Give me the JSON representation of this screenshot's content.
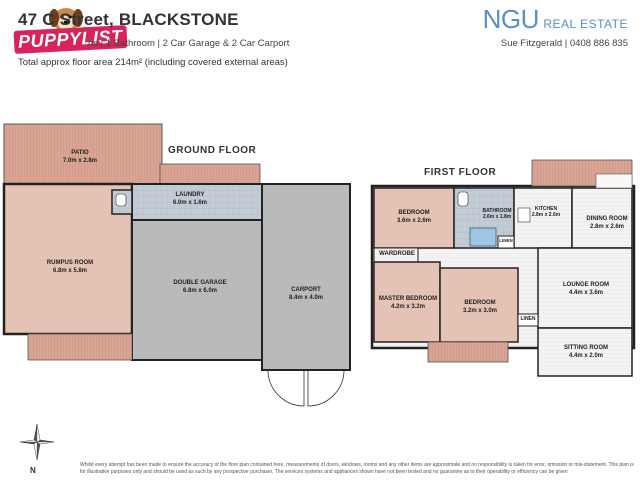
{
  "header": {
    "title": "47 C     Street, BLACKSTONE",
    "subtitle": "ns | 1 Bathroom | 2 Car Garage & 2 Car Carport",
    "area": "Total approx floor area 214m² (including covered external areas)",
    "logo_text": "PUPPYLIST",
    "brand_main": "NGU",
    "brand_sub": "REAL ESTATE",
    "agent": "Sue Fitzgerald | 0408 886 835"
  },
  "floors": {
    "ground_label": "GROUND FLOOR",
    "first_label": "FIRST FLOOR"
  },
  "rooms": {
    "patio": {
      "name": "PATIO",
      "size": "7.0m x 2.8m"
    },
    "laundry": {
      "name": "LAUNDRY",
      "size": "6.0m x 1.6m"
    },
    "rumpus": {
      "name": "RUMPUS ROOM",
      "size": "6.8m x 5.8m"
    },
    "garage": {
      "name": "DOUBLE GARAGE",
      "size": "6.8m x 6.0m"
    },
    "carport": {
      "name": "CARPORT",
      "size": "8.4m x 4.0m"
    },
    "bedroom1": {
      "name": "BEDROOM",
      "size": "3.6m x 2.6m"
    },
    "bathroom": {
      "name": "BATHROOM",
      "size": "2.6m x 1.8m"
    },
    "kitchen": {
      "name": "KITCHEN",
      "size": "2.8m x 2.6m"
    },
    "dining": {
      "name": "DINING ROOM",
      "size": "2.8m x 2.6m"
    },
    "wardrobe": {
      "name": "WARDROBE"
    },
    "linen1": {
      "name": "LINEN"
    },
    "linen2": {
      "name": "LINEN"
    },
    "master": {
      "name": "MASTER BEDROOM",
      "size": "4.2m x 3.2m"
    },
    "bedroom2": {
      "name": "BEDROOM",
      "size": "3.2m x 3.0m"
    },
    "lounge": {
      "name": "LOUNGE ROOM",
      "size": "4.4m x 3.6m"
    },
    "sitting": {
      "name": "SITTING ROOM",
      "size": "4.4m x 2.0m"
    }
  },
  "compass": {
    "north_label": "N"
  },
  "disclaimer": "Whilst every attempt has been made to ensure the accuracy of the floor plan contained here, measurements of doors, windows, rooms and any other items are approximate and no responsibility is taken for error, omission or mis-statement. This plan is for illustrative purposes only and should be used as such by any prospective purchaser. The services systems and appliances shown have not been tested and no guarantee as to their operability or efficiency can be given",
  "colors": {
    "brand": "#5a8fc9",
    "logo": "#d7245b",
    "patio": "#d9a493",
    "carpet": "#e6c4b5",
    "tiles": "#c3ccd6",
    "garage": "#b9babc"
  }
}
